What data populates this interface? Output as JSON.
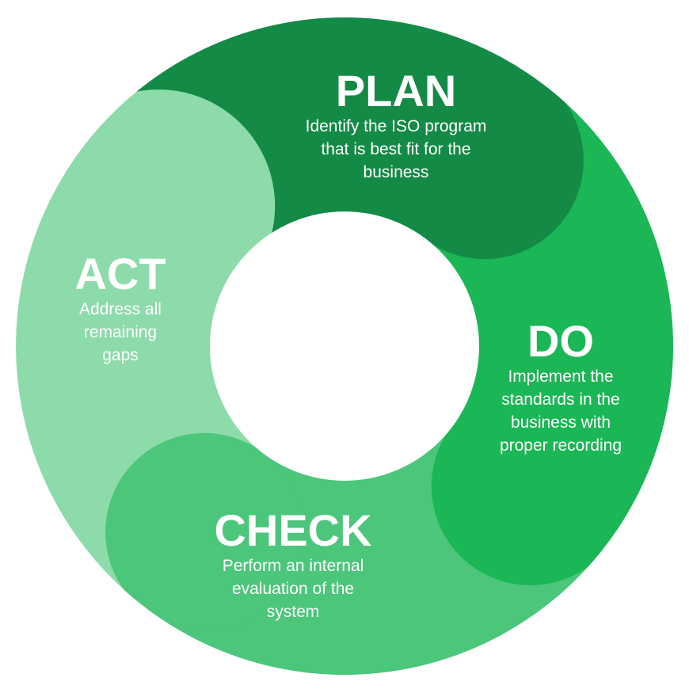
{
  "colors": {
    "plan": "#138a45",
    "do": "#1bb655",
    "check": "#4bc67b",
    "act": "#8ddbab",
    "background": "#ffffff"
  },
  "segments": {
    "plan": {
      "title": "PLAN",
      "lines": [
        "Identify the ISO program",
        "that is best fit for the",
        "business"
      ]
    },
    "do": {
      "title": "DO",
      "lines": [
        "Implement the",
        "standards in the",
        "business with",
        "proper recording"
      ]
    },
    "check": {
      "title": "CHECK",
      "lines": [
        "Perform an internal",
        "evaluation of the",
        "system"
      ]
    },
    "act": {
      "title": "ACT",
      "lines": [
        "Address all",
        "remaining",
        "gaps"
      ]
    }
  }
}
